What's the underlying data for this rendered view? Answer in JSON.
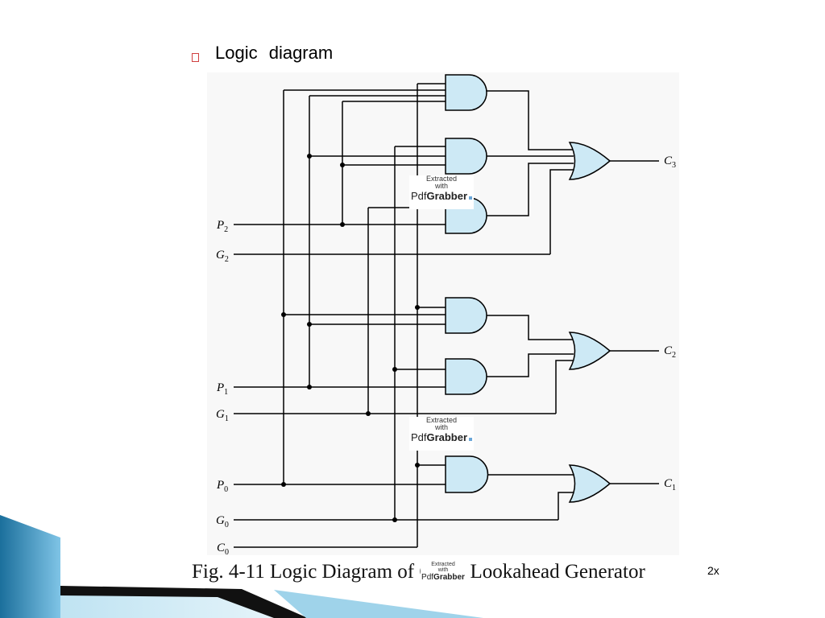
{
  "slide": {
    "title": "Logic   diagram",
    "page_tag": "2x"
  },
  "caption": {
    "text": "Fig. 4-11  Logic Diagram of Carry Lookahead Generator"
  },
  "watermark": {
    "line1": "Extracted",
    "line2": "with",
    "brand_pdf": "Pdf",
    "brand_grabber": "Grabber"
  },
  "inputs": [
    {
      "name": "P",
      "sub": "2"
    },
    {
      "name": "G",
      "sub": "2"
    },
    {
      "name": "P",
      "sub": "1"
    },
    {
      "name": "G",
      "sub": "1"
    },
    {
      "name": "P",
      "sub": "0"
    },
    {
      "name": "G",
      "sub": "0"
    },
    {
      "name": "C",
      "sub": "0"
    }
  ],
  "outputs": [
    {
      "name": "C",
      "sub": "3"
    },
    {
      "name": "C",
      "sub": "2"
    },
    {
      "name": "C",
      "sub": "1"
    }
  ],
  "colors": {
    "gate_fill": "#cde9f5",
    "wire": "#000000",
    "accent": "#2a8fc0"
  }
}
